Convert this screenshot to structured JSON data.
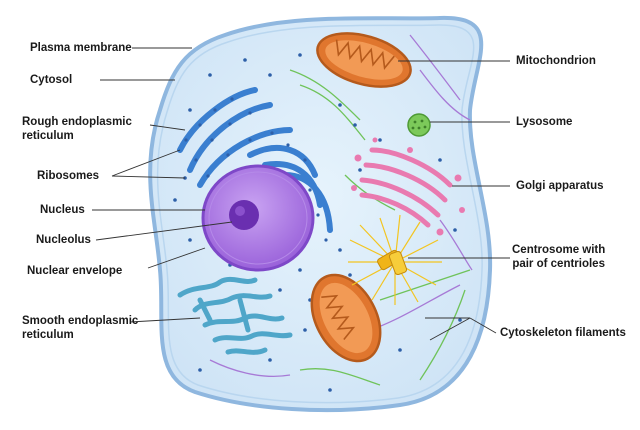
{
  "labels": {
    "plasma_membrane": "Plasma membrane",
    "cytosol": "Cytosol",
    "rough_er": "Rough endoplasmic\nreticulum",
    "ribosomes": "Ribosomes",
    "nucleus": "Nucleus",
    "nucleolus": "Nucleolus",
    "nuclear_envelope": "Nuclear envelope",
    "smooth_er": "Smooth endoplasmic\nreticulum",
    "mitochondrion": "Mitochondrion",
    "lysosome": "Lysosome",
    "golgi": "Golgi apparatus",
    "centrosome": "Centrosome with\npair of centrioles",
    "cytoskeleton": "Cytoskeleton filaments"
  },
  "colors": {
    "cell_fill": "#dceefa",
    "membrane": "#8fb7df",
    "rough_er": "#3a7fd0",
    "nucleus": "#a56fe0",
    "nucleolus": "#6a2fb0",
    "mitochondrion": "#e0762e",
    "lysosome": "#7cc95a",
    "golgi": "#e97ab0",
    "centrosome": "#f3c520",
    "smooth_er": "#4fa6c9",
    "cytoskeleton_green": "#6fc35a",
    "cytoskeleton_purple": "#a77ad6",
    "ribosome": "#2d5fa8"
  }
}
